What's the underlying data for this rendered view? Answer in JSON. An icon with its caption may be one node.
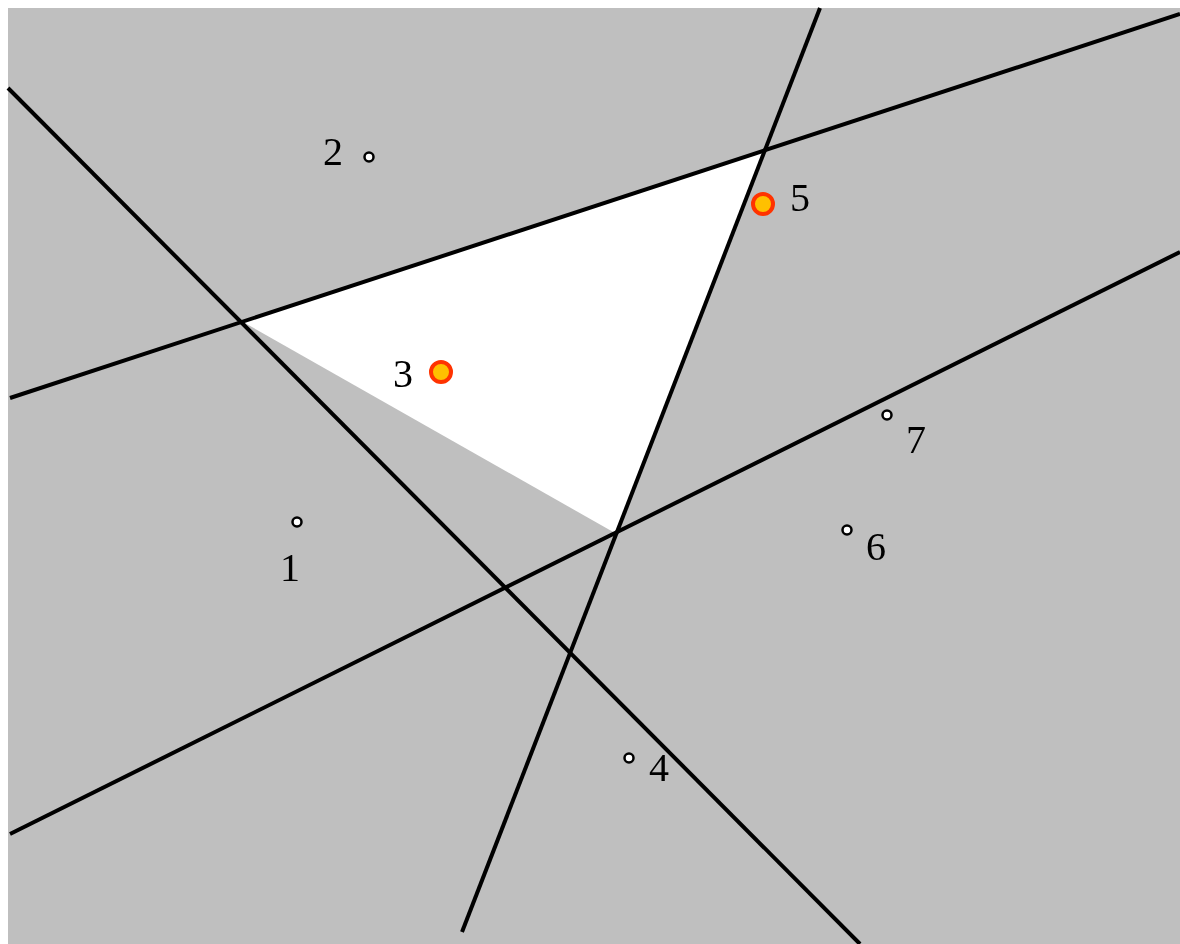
{
  "diagram": {
    "labels": [
      "2",
      "5",
      "3",
      "7",
      "1",
      "6",
      "4"
    ]
  }
}
